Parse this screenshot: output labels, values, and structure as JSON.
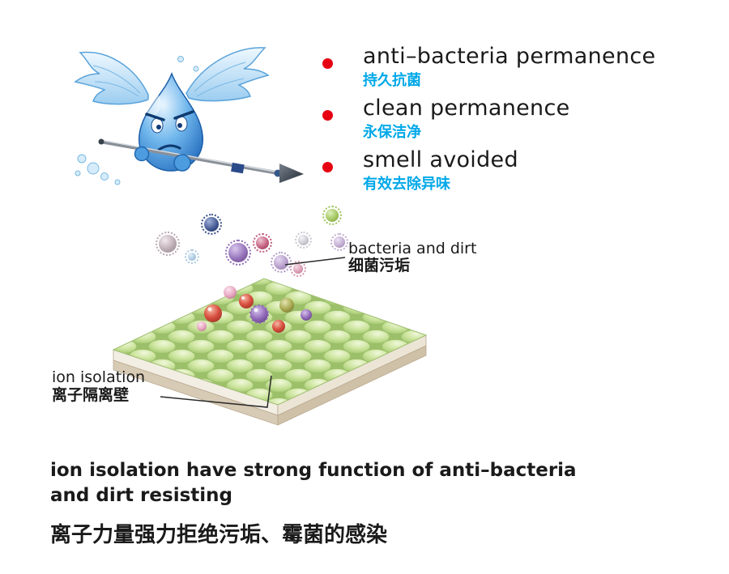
{
  "features": {
    "items": [
      {
        "en": "anti–bacteria permanence",
        "zh": "持久抗菌"
      },
      {
        "en": "clean permanence",
        "zh": "永保洁净"
      },
      {
        "en": "smell avoided",
        "zh": "有效去除异味"
      }
    ]
  },
  "labels": {
    "bacteria": {
      "en": "bacteria and dirt",
      "zh": "细菌污垢"
    },
    "ion": {
      "en": "ion isolation",
      "zh": "离子隔离壁"
    }
  },
  "footer": {
    "en_line1": "ion isolation have strong function of anti–bacteria",
    "en_line2": "and dirt resisting",
    "zh": "离子力量强力拒绝污垢、霉菌的感染"
  },
  "colors": {
    "bullet_red": "#e60012",
    "accent_cyan": "#00a8e8",
    "text_black": "#1a1a1a",
    "bump_green": "#9cbf6a",
    "slab_tan": "#d8cbb6"
  },
  "icons": {
    "mascot": "water-drop-mascot-with-wings-and-spear",
    "bullet": "red-dot-bullet",
    "surface": "ion-isolation-bumpy-layer"
  }
}
